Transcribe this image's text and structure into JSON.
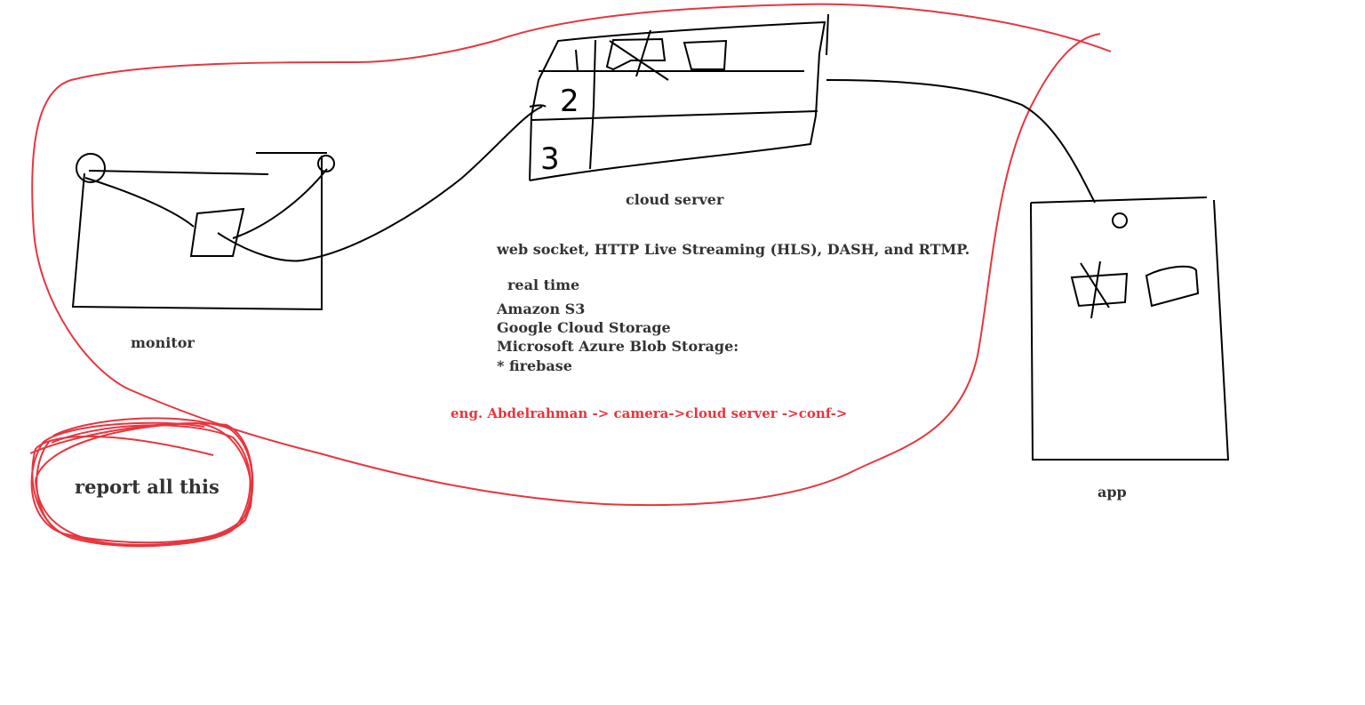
{
  "colors": {
    "ink": "#000000",
    "text": "#333333",
    "accent_red": "#e8353e",
    "background": "#ffffff"
  },
  "labels": {
    "cloud_server": "cloud server",
    "monitor": "monitor",
    "app": "app",
    "protocols": "web socket, HTTP Live Streaming (HLS), DASH, and RTMP.",
    "real_time": "real time",
    "storage_options": [
      "Amazon S3",
      "Google Cloud Storage",
      "Microsoft Azure Blob Storage:",
      "* firebase"
    ],
    "flow_note": "eng. Abdelrahman -> camera->cloud server ->conf->",
    "report": "report all this"
  },
  "sketch_numbers": [
    "2",
    "3"
  ],
  "icons": {
    "monitor": "monitor-sketch-icon",
    "cloud_server": "server-rack-sketch-icon",
    "app": "phone-sketch-icon"
  }
}
